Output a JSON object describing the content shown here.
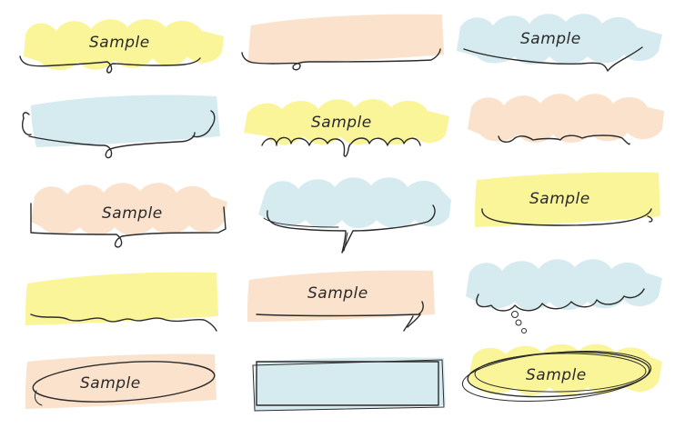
{
  "colors": {
    "yellow": "#fbf59a",
    "peach": "#fbe2cc",
    "blue": "#d6ebef",
    "ink": "#2b2b2b"
  },
  "frames": [
    {
      "id": "r1c1",
      "label": "Sample"
    },
    {
      "id": "r1c2",
      "label": ""
    },
    {
      "id": "r1c3",
      "label": "Sample"
    },
    {
      "id": "r2c1",
      "label": ""
    },
    {
      "id": "r2c2",
      "label": "Sample"
    },
    {
      "id": "r2c3",
      "label": ""
    },
    {
      "id": "r3c1",
      "label": "Sample"
    },
    {
      "id": "r3c2",
      "label": ""
    },
    {
      "id": "r3c3",
      "label": "Sample"
    },
    {
      "id": "r4c1",
      "label": ""
    },
    {
      "id": "r4c2",
      "label": "Sample"
    },
    {
      "id": "r4c3",
      "label": ""
    },
    {
      "id": "r5c1",
      "label": "Sample"
    },
    {
      "id": "r5c2",
      "label": ""
    },
    {
      "id": "r5c3",
      "label": "Sample"
    }
  ]
}
